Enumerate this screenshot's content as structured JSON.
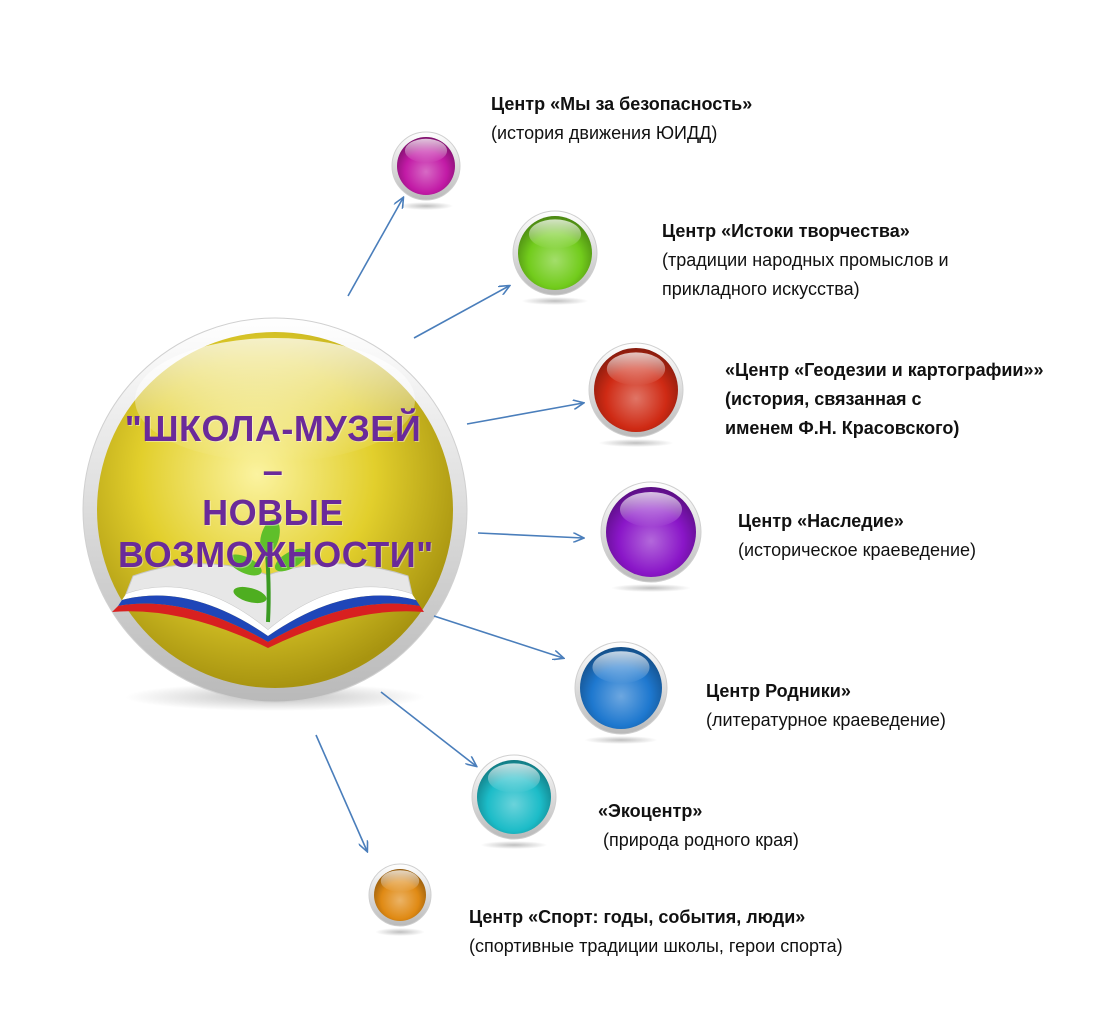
{
  "center": {
    "title_lines": [
      "\"ШКОЛА-МУЗЕЙ –",
      "НОВЫЕ",
      "ВОЗМОЖНОСТИ\""
    ]
  },
  "colors": {
    "center_sphere": "#e8d535",
    "arrow": "#4a7ebb",
    "title": "#6a2a9a"
  },
  "nodes": [
    {
      "title": "Центр «Мы за безопасность»",
      "desc": [
        "(история движения ЮИДД)"
      ],
      "color": "#c21aa6",
      "bold_desc": false
    },
    {
      "title": "Центр «Истоки творчества»",
      "desc": [
        "(традиции народных промыслов и",
        "прикладного искусства)"
      ],
      "color": "#72cc1c",
      "bold_desc": false
    },
    {
      "title": "«Центр «Геодезии и картографии»»",
      "desc": [
        "(история, связанная с",
        "именем Ф.Н. Красовского)"
      ],
      "color": "#cf2a14",
      "bold_desc": true
    },
    {
      "title": "Центр «Наследие»",
      "desc": [
        "(историческое краеведение)"
      ],
      "color": "#8a16c8",
      "bold_desc": false
    },
    {
      "title": "Центр Родники»",
      "desc": [
        "(литературное краеведение)"
      ],
      "color": "#1e78cf",
      "bold_desc": false
    },
    {
      "title": "«Экоцентр»",
      "desc": [
        " (природа родного края)"
      ],
      "color": "#1cbcc8",
      "bold_desc": false
    },
    {
      "title": "Центр «Спорт: годы, события, люди»",
      "desc": [
        "(спортивные традиции школы, герои спорта)"
      ],
      "color": "#e08a14",
      "bold_desc": false
    }
  ]
}
